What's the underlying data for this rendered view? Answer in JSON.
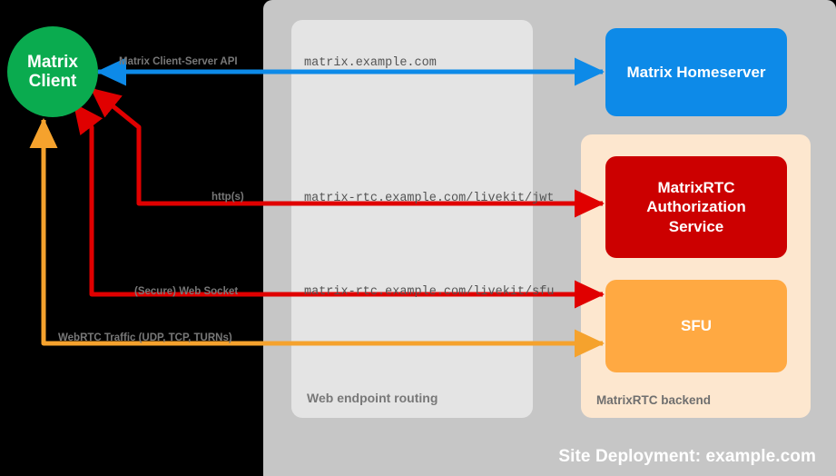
{
  "diagram": {
    "title": "Site Deployment: example.com",
    "nodes": {
      "matrix_client": "Matrix\nClient",
      "matrix_client_line1": "Matrix",
      "matrix_client_line2": "Client",
      "matrix_homeserver": "Matrix Homeserver",
      "matrixrtc_auth_line1": "MatrixRTC",
      "matrixrtc_auth_line2": "Authorization",
      "matrixrtc_auth_line3": "Service",
      "sfu": "SFU"
    },
    "groups": {
      "site_deployment": "Site Deployment: example.com",
      "web_endpoint_routing": "Web endpoint routing",
      "matrixrtc_backend": "MatrixRTC backend"
    },
    "endpoints": [
      {
        "url": "matrix.example.com",
        "connector": "matrix-client-server-api"
      },
      {
        "url": "matrix-rtc.example.com/livekit/jwt",
        "connector": "https"
      },
      {
        "url": "matrix-rtc.example.com/livekit/sfu",
        "connector": "secure-web-socket"
      }
    ],
    "connectors": [
      {
        "label": "Matrix Client-Server API",
        "color": "#0d8ae8",
        "direction": "bidirectional"
      },
      {
        "label": "http(s)",
        "color": "#e00000",
        "direction": "bidirectional"
      },
      {
        "label": "(Secure) Web Socket",
        "color": "#e00000",
        "direction": "bidirectional"
      },
      {
        "label": "WebRTC Traffic (UDP, TCP, TURNs)",
        "color": "#f5a22d",
        "direction": "bidirectional"
      }
    ],
    "colors": {
      "background": "#000000",
      "site_deployment_bg": "#c6c6c6",
      "web_endpoint_routing_bg": "#e4e4e4",
      "matrixrtc_backend_bg": "#fde7cf",
      "matrix_client": "#0aab4f",
      "matrix_homeserver": "#0d8ae8",
      "matrixrtc_auth": "#cc0000",
      "sfu": "#ffa942",
      "blue_connector": "#0d8ae8",
      "red_connector": "#e00000",
      "orange_connector": "#f5a22d",
      "label_text": "#787878",
      "url_text": "#555555"
    }
  }
}
